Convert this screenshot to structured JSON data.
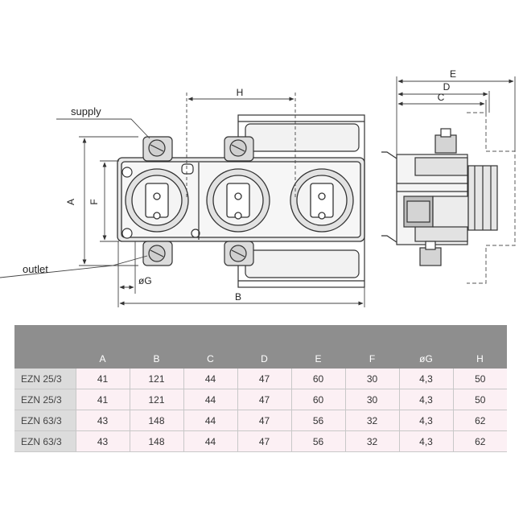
{
  "callouts": {
    "supply": "supply",
    "outlet": "outlet"
  },
  "dimensions": {
    "A": "A",
    "B": "B",
    "C": "C",
    "D": "D",
    "E": "E",
    "F": "F",
    "G": "øG",
    "H": "H"
  },
  "table": {
    "headers": [
      "A",
      "B",
      "C",
      "D",
      "E",
      "F",
      "øG",
      "H"
    ],
    "rows": [
      {
        "model": "EZN 25/3",
        "values": [
          "41",
          "121",
          "44",
          "47",
          "60",
          "30",
          "4,3",
          "50"
        ]
      },
      {
        "model": "EZN 25/3",
        "values": [
          "41",
          "121",
          "44",
          "47",
          "60",
          "30",
          "4,3",
          "50"
        ]
      },
      {
        "model": "EZN 63/3",
        "values": [
          "43",
          "148",
          "44",
          "47",
          "56",
          "32",
          "4,3",
          "62"
        ]
      },
      {
        "model": "EZN 63/3",
        "values": [
          "43",
          "148",
          "44",
          "47",
          "56",
          "32",
          "4,3",
          "62"
        ]
      }
    ]
  }
}
